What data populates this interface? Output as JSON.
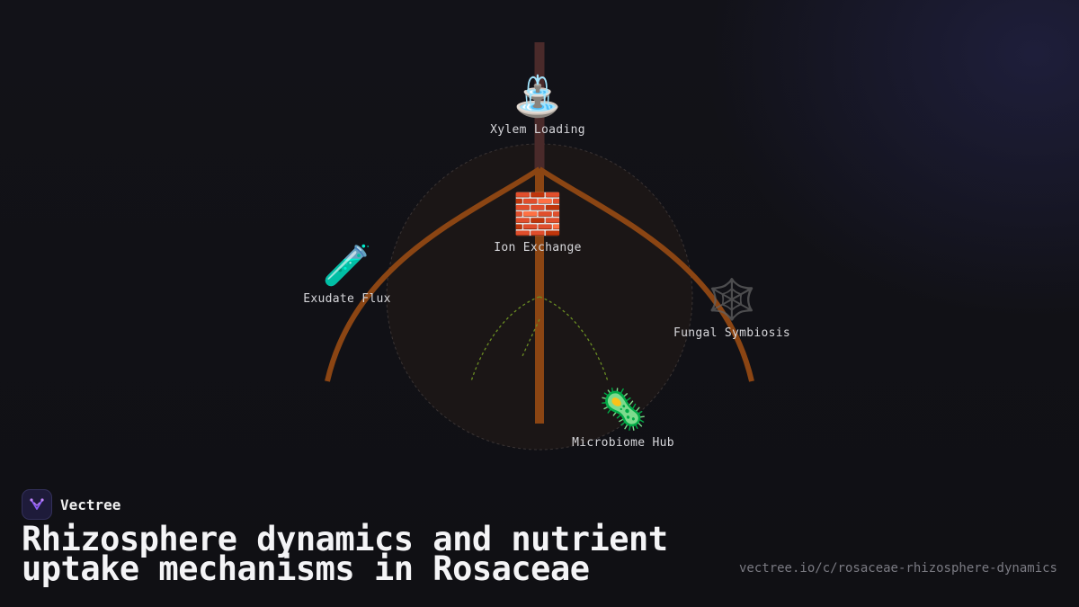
{
  "brand": {
    "name": "Vectree",
    "logo_icon": "vectree-logo-icon",
    "accent": "#8b5cf6"
  },
  "title": "Rhizosphere dynamics and nutrient uptake mechanisms in Rosaceae",
  "url": "vectree.io/c/rosaceae-rhizosphere-dynamics",
  "colors": {
    "background": "#111116",
    "root": "#8b4513",
    "root_hair": "#6b8e23",
    "rhizosphere_fill": "#1b1616",
    "text": "#d6d6da"
  },
  "nodes": {
    "xylem": {
      "label": "Xylem Loading",
      "icon": "fountain-icon",
      "glyph": "⛲"
    },
    "ion": {
      "label": "Ion Exchange",
      "icon": "brick-icon",
      "glyph": "🧱"
    },
    "exudate": {
      "label": "Exudate Flux",
      "icon": "test-tube-icon",
      "glyph": "🧪"
    },
    "fungal": {
      "label": "Fungal Symbiosis",
      "icon": "spider-web-icon",
      "glyph": "🕸️"
    },
    "microbiome": {
      "label": "Microbiome Hub",
      "icon": "microbe-icon",
      "glyph": "🦠"
    }
  }
}
